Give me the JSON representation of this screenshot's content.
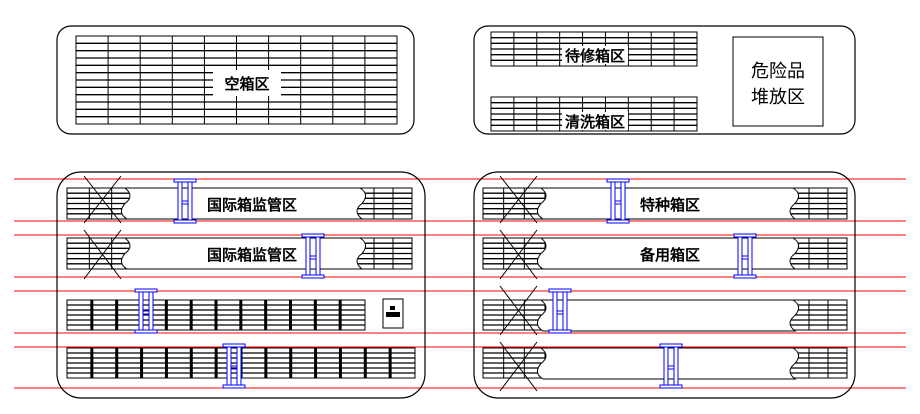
{
  "zones": {
    "empty": "空箱区",
    "repair": "待修箱区",
    "wash": "清洗箱区",
    "hazard_line1": "危险品",
    "hazard_line2": "堆放区",
    "intl1": "国际箱监管区",
    "intl2": "国际箱监管区",
    "special": "特种箱区",
    "spare": "备用箱区"
  },
  "colors": {
    "rail": "#ff0000",
    "crane": "#0000ff",
    "line": "#000000"
  }
}
